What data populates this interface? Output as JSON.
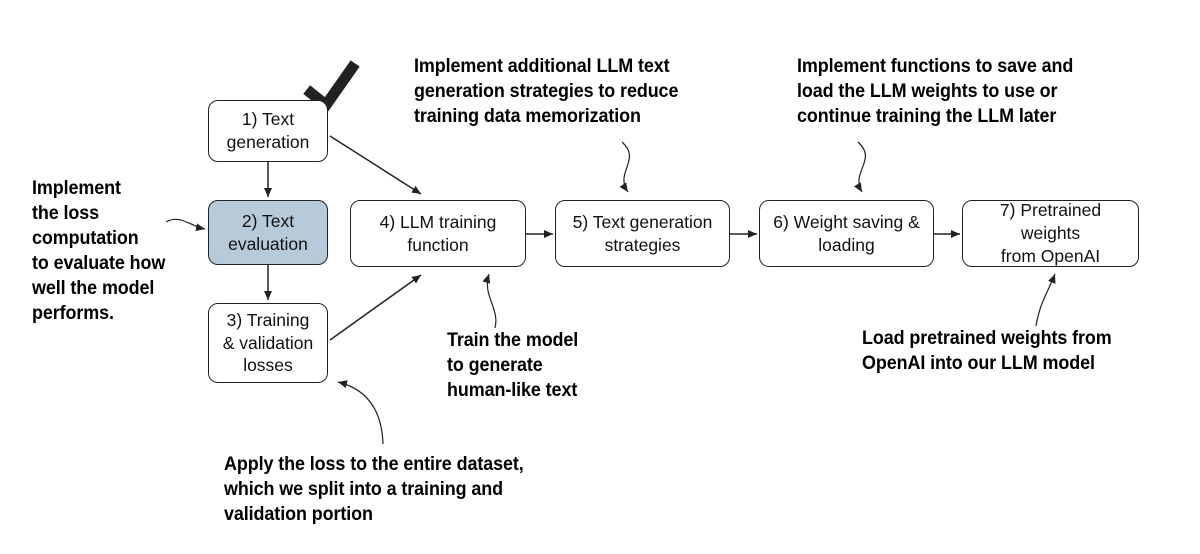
{
  "steps": [
    {
      "label": "1) Text\ngeneration"
    },
    {
      "label": "2) Text\nevaluation"
    },
    {
      "label": "3) Training\n& validation\nlosses"
    },
    {
      "label": "4) LLM training\nfunction"
    },
    {
      "label": "5) Text generation\nstrategies"
    },
    {
      "label": "6) Weight saving &\nloading"
    },
    {
      "label": "7) Pretrained weights\nfrom OpenAI"
    }
  ],
  "notes": {
    "loss": "Implement\nthe loss\ncomputation\nto evaluate how\nwell the model\nperforms.",
    "strategies": "Implement additional LLM text\ngeneration strategies to reduce\ntraining data memorization",
    "weights": "Implement functions to save and\nload the LLM weights to use or\ncontinue training the LLM later",
    "train": "Train the model\nto generate\nhuman-like text",
    "dataset": "Apply the loss to the entire dataset,\nwhich we split into a training and\nvalidation portion",
    "pretrained": "Load pretrained weights from\nOpenAI into our LLM model"
  },
  "colors": {
    "active_fill": "#b7cad9",
    "line": "#222222"
  },
  "icons": {
    "completed": "checkmark-icon"
  }
}
